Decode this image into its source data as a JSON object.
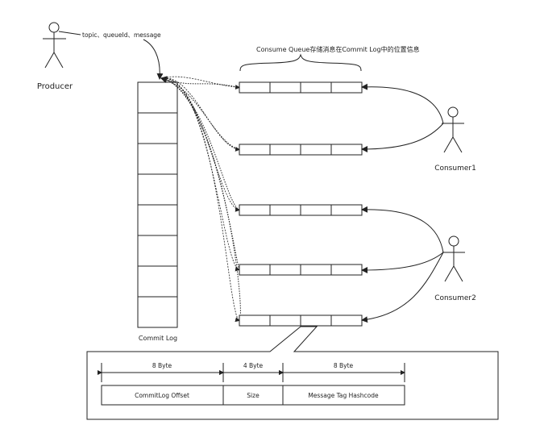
{
  "producer": {
    "label": "Producer",
    "message_label": "topic、queueId、message"
  },
  "commit_log": {
    "label": "Commit Log",
    "cell_count": 8
  },
  "consume_queue": {
    "label": "Consume Queue存储消息在Commit Log中的位置信息",
    "queue_count": 5,
    "cells_per_queue": 4
  },
  "consumers": [
    {
      "label": "Consumer1"
    },
    {
      "label": "Consumer2"
    }
  ],
  "entry_detail": {
    "sizes": [
      "8 Byte",
      "4 Byte",
      "8 Byte"
    ],
    "fields": [
      "CommitLog Offset",
      "Size",
      "Message Tag Hashcode"
    ]
  }
}
